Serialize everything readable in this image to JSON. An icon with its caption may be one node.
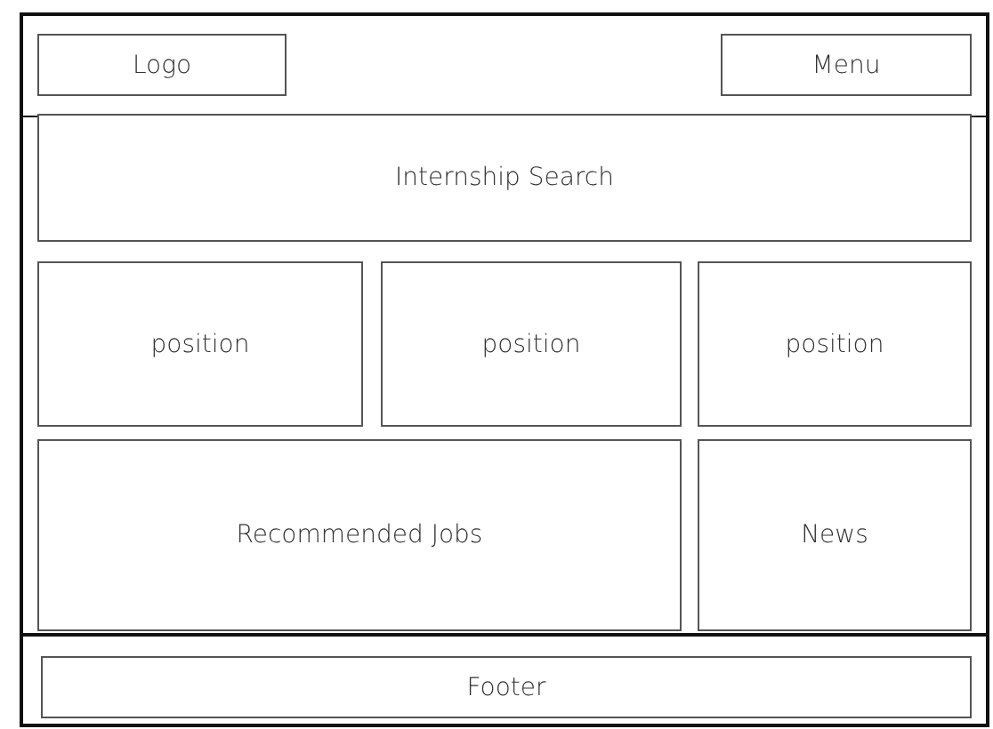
{
  "diagram": {
    "nodes": [
      {
        "text": [],
        "shape": "box"
      },
      {
        "text": [
          "Logo"
        ],
        "in": 0
      },
      {
        "text": [
          "Menu"
        ],
        "in": 0
      },
      {
        "text": [],
        "shape": "box"
      },
      {
        "text": [
          "Internship Search"
        ],
        "in": 3
      },
      {
        "text": [
          "position"
        ],
        "in": 3
      },
      {
        "text": [
          "position"
        ],
        "in": 3
      },
      {
        "text": [
          "position"
        ],
        "in": 3
      },
      {
        "text": [
          "Recommended Jobs"
        ],
        "in": 3
      },
      {
        "text": [
          "News"
        ],
        "in": 3
      },
      {
        "text": [],
        "shape": "box"
      },
      {
        "text": [
          "Footer"
        ],
        "in": 10
      }
    ]
  }
}
